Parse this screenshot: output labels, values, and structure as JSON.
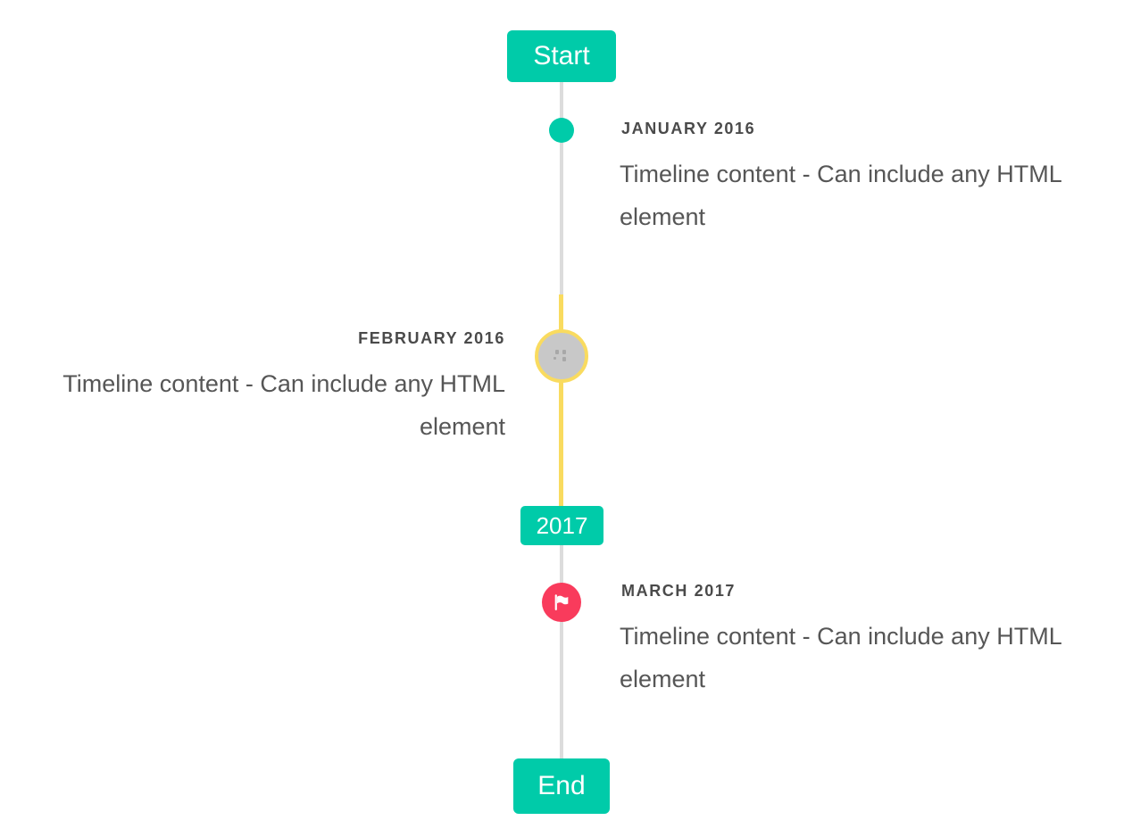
{
  "colors": {
    "accent_teal": "#00cba9",
    "accent_yellow": "#f9db5f",
    "accent_red": "#f93b5c",
    "line_gray": "#dcdcdc",
    "marker_gray": "#c8c8c8",
    "title_text": "#4a4a4a",
    "content_text": "#565656"
  },
  "timeline": {
    "start_label": "Start",
    "end_label": "End",
    "year_badge": "2017",
    "items": [
      {
        "title": "JANUARY 2016",
        "content": "Timeline content - Can include any HTML element",
        "side": "right",
        "marker": "teal-dot"
      },
      {
        "title": "FEBRUARY 2016",
        "content": "Timeline content - Can include any HTML element",
        "side": "left",
        "marker": "gray-circle-yellow-ring"
      },
      {
        "title": "MARCH 2017",
        "content": "Timeline content - Can include any HTML element",
        "side": "right",
        "marker": "red-flag"
      }
    ]
  }
}
